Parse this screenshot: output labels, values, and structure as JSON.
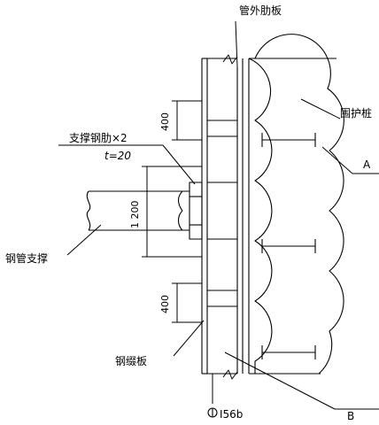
{
  "diagram": {
    "labels": {
      "outer_rib": "管外肋板",
      "pile": "围护桩",
      "support_rib": "支撑钢肋×2",
      "thickness": "t=20",
      "steel_pipe": "钢管支撑",
      "cable_plate": "钢缀板",
      "marker_a": "A",
      "marker_b": "B",
      "section_ref": "I56b"
    },
    "dimensions": {
      "top_spacing": "400",
      "pipe_height": "1 200",
      "bottom_spacing": "400"
    },
    "colors": {
      "line": "#000000",
      "background": "#ffffff"
    }
  }
}
